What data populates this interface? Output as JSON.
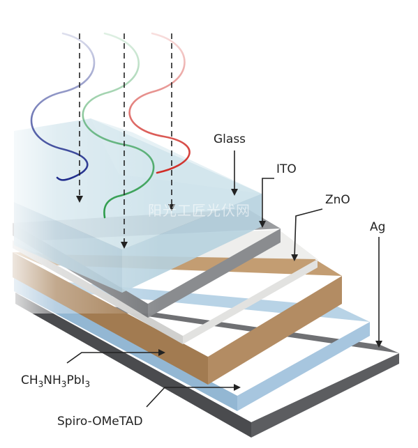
{
  "layers": [
    {
      "key": "glass",
      "label": "Glass"
    },
    {
      "key": "ito",
      "label": "ITO"
    },
    {
      "key": "zno",
      "label": "ZnO"
    },
    {
      "key": "ag",
      "label": "Ag"
    },
    {
      "key": "perovskite",
      "label_parts": [
        "CH",
        "3",
        "NH",
        "3",
        "PbI",
        "3"
      ]
    },
    {
      "key": "spiro",
      "label": "Spiro-OMeTAD"
    }
  ],
  "watermark": "阳光工匠光伏网",
  "colors": {
    "glass": "#bcd6e4",
    "ito": "#8a8c8f",
    "zno": "#e2e2e0",
    "perovskite": "#b38c63",
    "spiro": "#9fc1dc",
    "ag": "#5c5d60",
    "wave_blue": "#1f2c8c",
    "wave_green": "#2a9a48",
    "wave_red": "#d02a24"
  },
  "waves": [
    {
      "name": "blue-light-wave",
      "color_key": "wave_blue"
    },
    {
      "name": "green-light-wave",
      "color_key": "wave_green"
    },
    {
      "name": "red-light-wave",
      "color_key": "wave_red"
    }
  ]
}
